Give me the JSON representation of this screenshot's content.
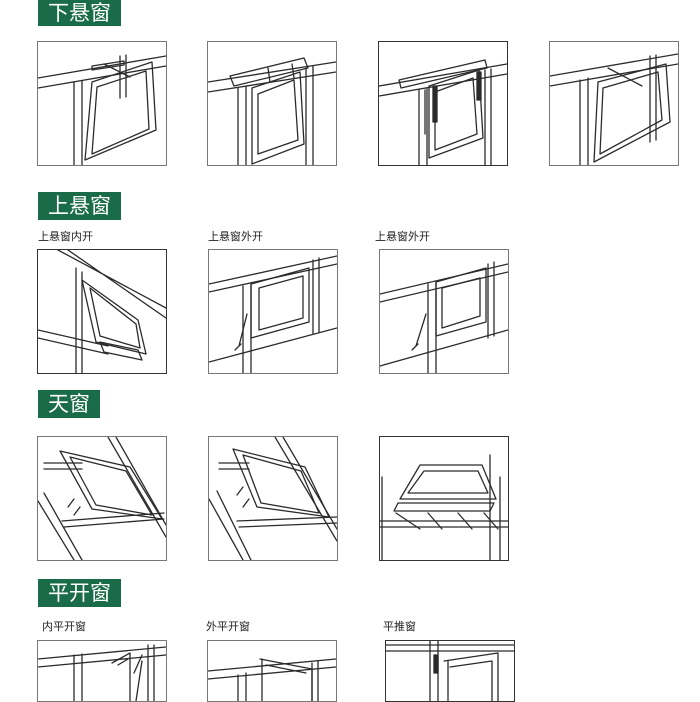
{
  "sections": [
    {
      "title": "下悬窗",
      "captions": []
    },
    {
      "title": "上悬窗",
      "captions": [
        "上悬窗内开",
        "上悬窗外开",
        "上悬窗外开"
      ]
    },
    {
      "title": "天窗",
      "captions": []
    },
    {
      "title": "平开窗",
      "captions": [
        "内平开窗",
        "外平开窗",
        "平推窗"
      ]
    }
  ],
  "colors": {
    "badge_bg": "#1a6b47",
    "badge_text": "#ffffff",
    "line": "#2b2b2b"
  },
  "icons": [
    "bottom-hung-window-icon",
    "top-hung-window-icon",
    "skylight-window-icon",
    "casement-window-icon"
  ]
}
